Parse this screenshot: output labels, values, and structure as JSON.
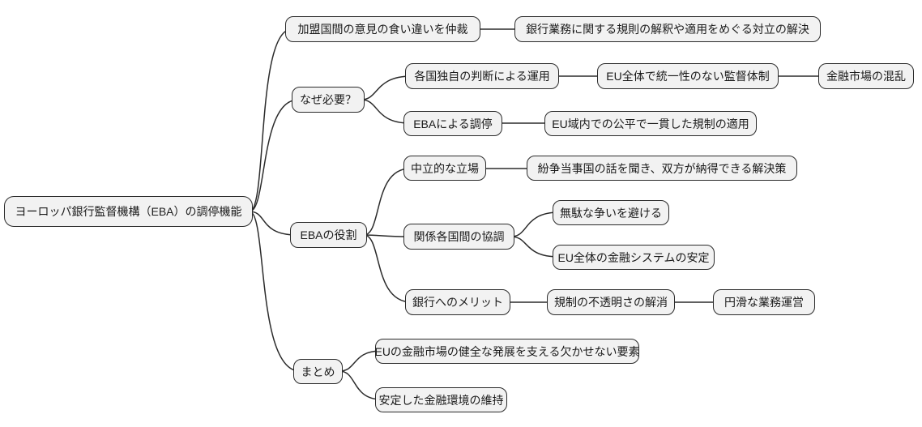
{
  "mindmap": {
    "root": {
      "label": "ヨーロッパ銀行監督機構（EBA）の調停機能",
      "children": [
        {
          "label": "加盟国間の意見の食い違いを仲裁",
          "children": [
            {
              "label": "銀行業務に関する規則の解釈や適用をめぐる対立の解決"
            }
          ]
        },
        {
          "label": "なぜ必要？",
          "children": [
            {
              "label": "各国独自の判断による運用",
              "children": [
                {
                  "label": "EU全体で統一性のない監督体制",
                  "children": [
                    {
                      "label": "金融市場の混乱"
                    }
                  ]
                }
              ]
            },
            {
              "label": "EBAによる調停",
              "children": [
                {
                  "label": "EU域内での公平で一貫した規制の適用"
                }
              ]
            }
          ]
        },
        {
          "label": "EBAの役割",
          "children": [
            {
              "label": "中立的な立場",
              "children": [
                {
                  "label": "紛争当事国の話を聞き、双方が納得できる解決策"
                }
              ]
            },
            {
              "label": "関係各国間の協調",
              "children": [
                {
                  "label": "無駄な争いを避ける"
                },
                {
                  "label": "EU全体の金融システムの安定"
                }
              ]
            },
            {
              "label": "銀行へのメリット",
              "children": [
                {
                  "label": "規制の不透明さの解消",
                  "children": [
                    {
                      "label": "円滑な業務運営"
                    }
                  ]
                }
              ]
            }
          ]
        },
        {
          "label": "まとめ",
          "children": [
            {
              "label": "EUの金融市場の健全な発展を支える欠かせない要素"
            },
            {
              "label": "安定した金融環境の維持"
            }
          ]
        }
      ]
    },
    "colors": {
      "background": "#ffffff",
      "node_fill": "#f2f2f2",
      "node_border": "#2b2b2b",
      "connector": "#2b2b2b",
      "text": "#1a1a1a"
    }
  }
}
